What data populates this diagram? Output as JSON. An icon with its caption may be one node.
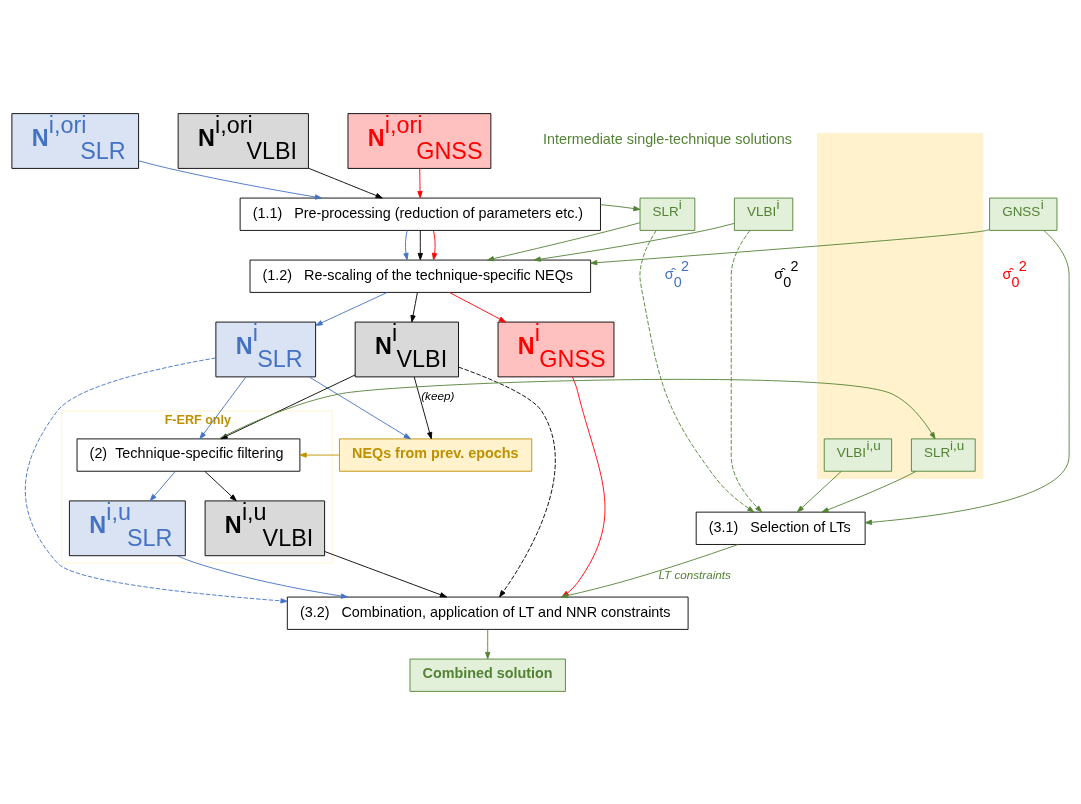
{
  "diagram": {
    "nodes": [
      {
        "text": [
          "**N**$^{i,ori}$$_{SLR}$"
        ]
      },
      {
        "text": [
          "**N**$^{i,ori}$$_{VLBI}$"
        ]
      },
      {
        "text": [
          "**N**$^{i,ori}$$_{GNSS}$"
        ]
      },
      {
        "text": [
          "(1.1)   Pre-processing (reduction of parameters etc.)"
        ]
      },
      {
        "text": [
          "(1.2)   Re-scaling of the technique-specific NEQs"
        ]
      },
      {
        "text": [
          "**N**$^{i}$$_{SLR}$"
        ]
      },
      {
        "text": [
          "**N**$^{i}$$_{VLBI}$"
        ]
      },
      {
        "text": [
          "**N**$^{i}$$_{GNSS}$"
        ]
      },
      {
        "text": [
          "F-ERF only"
        ]
      },
      {
        "text": [
          "(2)  Technique-specific filtering"
        ],
        "in": 8
      },
      {
        "text": [
          "**N**$^{i,u}$$_{SLR}$"
        ],
        "in": 8
      },
      {
        "text": [
          "**N**$^{i,u}$$_{VLBI}$"
        ],
        "in": 8
      },
      {
        "text": [
          "NEQs from prev. epochs"
        ]
      },
      {
        "text": [
          "(3.2)   Combination, application of LT and NNR constraints"
        ]
      },
      {
        "text": [
          "Combined solution"
        ]
      },
      {
        "text": [
          "SLR$^{i}$"
        ],
        "beside": [
          "σ̂$_{0}$$^{2}$"
        ]
      },
      {
        "text": [
          "VLBI$^{i}$"
        ],
        "beside": [
          "σ̂$_{0}$$^{2}$"
        ]
      },
      {
        "text": [
          "GNSS$^{i}$"
        ],
        "beside": [
          "σ̂$_{0}$$^{2}$"
        ]
      },
      {
        "text": [],
        "shape": "box"
      },
      {
        "text": [
          "SLR$^{i,u}$"
        ],
        "in": 18
      },
      {
        "text": [
          "VLBI$^{i,u}$"
        ],
        "in": 18
      },
      {
        "text": [
          "(3.1)   Selection of LTs"
        ]
      }
    ],
    "edges": [
      {
        "from": 0,
        "to": 3,
        "arrow": "to",
        "color": "#4472c4"
      },
      {
        "from": 1,
        "to": 3,
        "arrow": "to",
        "color": "#000000"
      },
      {
        "from": 2,
        "to": 3,
        "arrow": "to",
        "color": "#ff0000"
      },
      {
        "from": 3,
        "to": 4,
        "arrow": "to",
        "color": "#4472c4"
      },
      {
        "from": 3,
        "to": 4,
        "arrow": "to",
        "color": "#000000"
      },
      {
        "from": 3,
        "to": 4,
        "arrow": "to",
        "color": "#ff0000"
      },
      {
        "from": 3,
        "to": 15,
        "arrow": "to",
        "color": "#548235"
      },
      {
        "from": 15,
        "to": 4,
        "arrow": "to",
        "color": "#548235"
      },
      {
        "from": 16,
        "to": 4,
        "arrow": "to",
        "color": "#548235"
      },
      {
        "from": 17,
        "to": 4,
        "arrow": "to",
        "color": "#548235"
      },
      {
        "from": 4,
        "to": 5,
        "arrow": "to",
        "color": "#4472c4"
      },
      {
        "from": 4,
        "to": 6,
        "arrow": "to",
        "color": "#000000"
      },
      {
        "from": 4,
        "to": 7,
        "arrow": "to",
        "color": "#ff0000"
      },
      {
        "from": 5,
        "to": 12,
        "arrow": "to",
        "color": "#4472c4"
      },
      {
        "from": 6,
        "to": 12,
        "arrow": "to",
        "label": "(keep)",
        "color": "#000000"
      },
      {
        "from": 5,
        "to": 9,
        "arrow": "to",
        "color": "#4472c4"
      },
      {
        "from": 6,
        "to": 9,
        "arrow": "to",
        "color": "#000000"
      },
      {
        "from": 12,
        "to": 9,
        "arrow": "to",
        "color": "#bf9000"
      },
      {
        "from": 9,
        "to": 10,
        "arrow": "to",
        "color": "#4472c4"
      },
      {
        "from": 9,
        "to": 11,
        "arrow": "to",
        "color": "#000000"
      },
      {
        "from": 9,
        "to": 19,
        "arrow": "to",
        "color": "#548235"
      },
      {
        "from": 5,
        "to": 13,
        "arrow": "to",
        "style": "dashed",
        "color": "#4472c4"
      },
      {
        "from": 10,
        "to": 13,
        "arrow": "to",
        "color": "#4472c4"
      },
      {
        "from": 6,
        "to": 13,
        "arrow": "to",
        "style": "dashed",
        "color": "#000000"
      },
      {
        "from": 11,
        "to": 13,
        "arrow": "to",
        "color": "#000000"
      },
      {
        "from": 7,
        "to": 13,
        "arrow": "to",
        "color": "#ff0000"
      },
      {
        "from": 15,
        "to": 21,
        "arrow": "to",
        "style": "dashed",
        "color": "#548235"
      },
      {
        "from": 16,
        "to": 21,
        "arrow": "to",
        "style": "dashed",
        "color": "#548235"
      },
      {
        "from": 17,
        "to": 21,
        "arrow": "to",
        "color": "#548235"
      },
      {
        "from": 19,
        "to": 21,
        "arrow": "to",
        "color": "#548235"
      },
      {
        "from": 20,
        "to": 21,
        "arrow": "to",
        "color": "#548235"
      },
      {
        "from": 21,
        "to": 13,
        "arrow": "to",
        "label": "LT constraints",
        "color": "#548235"
      },
      {
        "from": 13,
        "to": 14,
        "arrow": "to",
        "color": "#548235"
      }
    ],
    "labels": [
      "Intermediate single-technique solutions"
    ]
  }
}
